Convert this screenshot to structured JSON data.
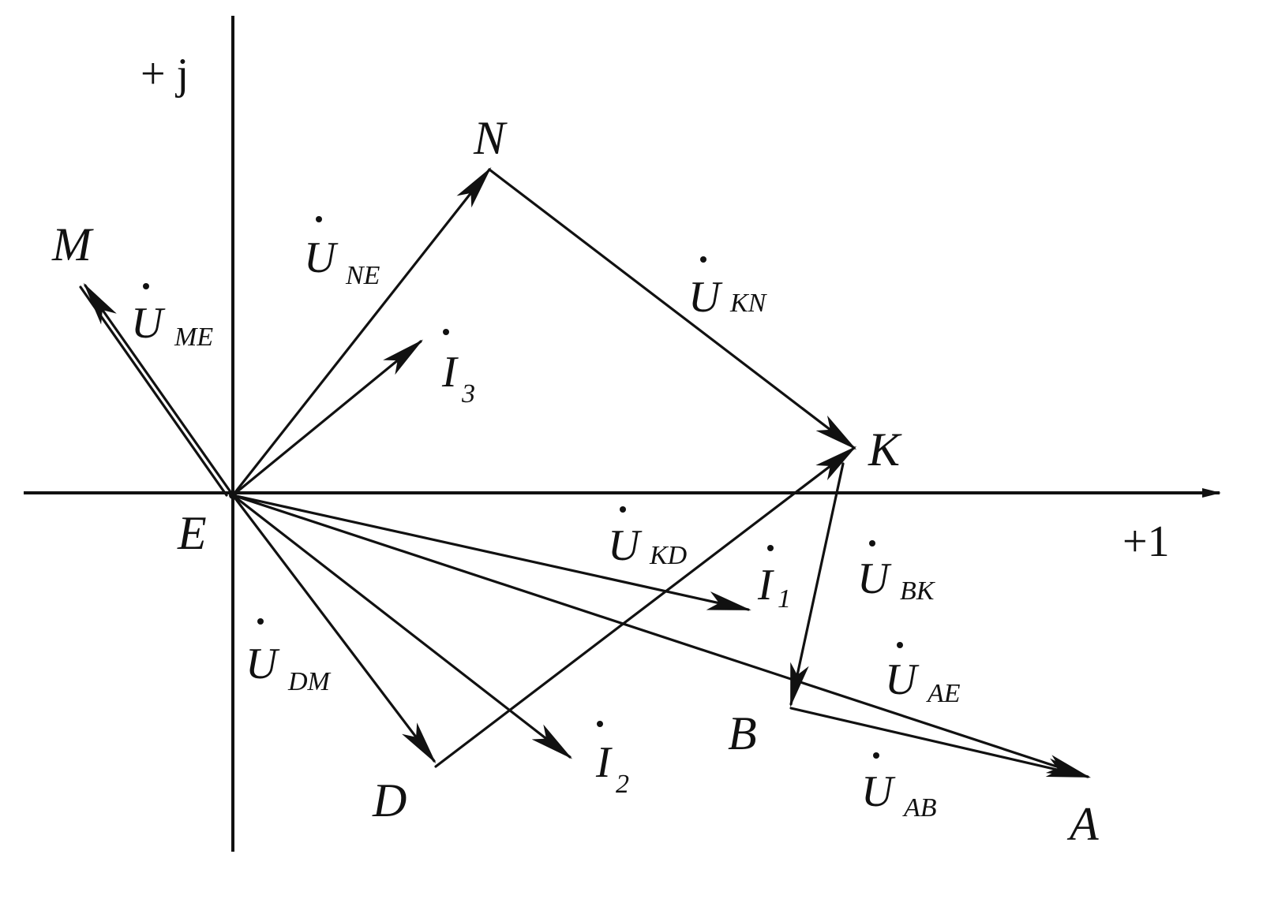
{
  "axes": {
    "real_label": "+1",
    "imag_label": "+ j"
  },
  "points": {
    "E": "E",
    "M": "M",
    "N": "N",
    "K": "K",
    "D": "D",
    "B": "B",
    "A": "A"
  },
  "vectors": {
    "U_NE": {
      "main": "U",
      "sub": "NE"
    },
    "U_KN": {
      "main": "U",
      "sub": "KN"
    },
    "U_ME": {
      "main": "U",
      "sub": "ME"
    },
    "U_KD": {
      "main": "U",
      "sub": "KD"
    },
    "U_BK": {
      "main": "U",
      "sub": "BK"
    },
    "U_DM": {
      "main": "U",
      "sub": "DM"
    },
    "U_AE": {
      "main": "U",
      "sub": "AE"
    },
    "U_AB": {
      "main": "U",
      "sub": "AB"
    },
    "I_1": {
      "main": "I",
      "sub": "1"
    },
    "I_2": {
      "main": "I",
      "sub": "2"
    },
    "I_3": {
      "main": "I",
      "sub": "3"
    }
  }
}
